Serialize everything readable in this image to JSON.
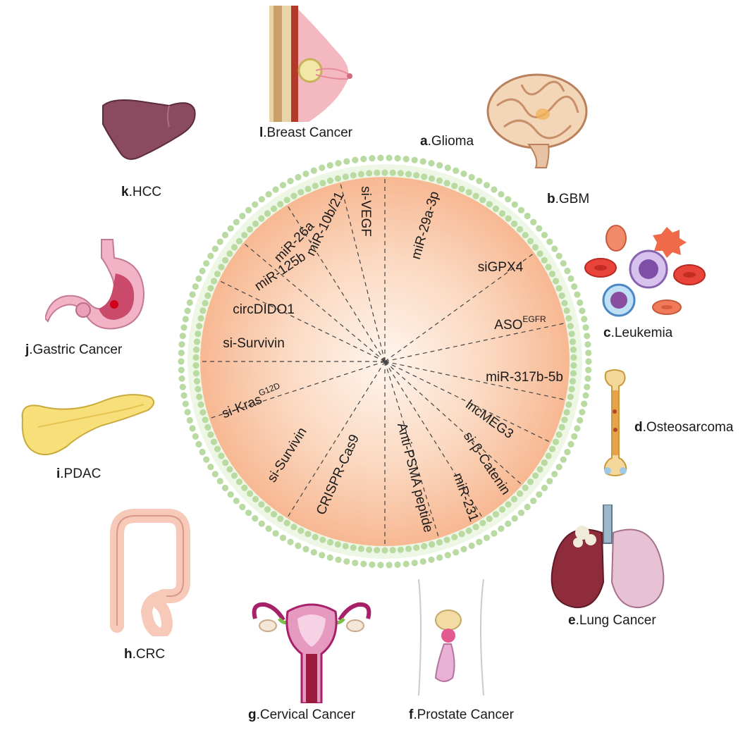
{
  "therapeutics": [
    {
      "text": "si-VEGF",
      "sup": ""
    },
    {
      "text": "miR-29a-3p",
      "sup": ""
    },
    {
      "text": "siGPX4",
      "sup": ""
    },
    {
      "text": "ASO",
      "sup": "EGFR"
    },
    {
      "text": "miR-317b-5b",
      "sup": ""
    },
    {
      "text": "lncMEG3",
      "sup": ""
    },
    {
      "text": "si-β-Catenin",
      "sup": ""
    },
    {
      "text": "miR-231",
      "sup": ""
    },
    {
      "text": "Anti-PSMA peptide",
      "sup": ""
    },
    {
      "text": "CRISPR-Cas9",
      "sup": ""
    },
    {
      "text": "si-Survivin",
      "sup": ""
    },
    {
      "text": "si-Kras",
      "sup": "G12D"
    },
    {
      "text": "si-Survivin",
      "sup": ""
    },
    {
      "text": "circDIDO1",
      "sup": ""
    },
    {
      "text": "miR-125b",
      "sup": ""
    },
    {
      "text": "miR-26a",
      "sup": ""
    },
    {
      "text": "miR-10b/21",
      "sup": ""
    }
  ],
  "cancers": [
    {
      "letter": "a",
      "name": ".Glioma",
      "icon": "brain-icon"
    },
    {
      "letter": "b",
      "name": ".GBM",
      "icon": ""
    },
    {
      "letter": "c",
      "name": ".Leukemia",
      "icon": "blood-cells-icon"
    },
    {
      "letter": "d",
      "name": ".Osteosarcoma",
      "icon": "bone-icon"
    },
    {
      "letter": "e",
      "name": ".Lung Cancer",
      "icon": "lungs-icon"
    },
    {
      "letter": "f",
      "name": ".Prostate Cancer",
      "icon": "prostate-icon"
    },
    {
      "letter": "g",
      "name": ".Cervical Cancer",
      "icon": "uterus-icon"
    },
    {
      "letter": "h",
      "name": ".CRC",
      "icon": "colon-icon"
    },
    {
      "letter": "i",
      "name": ".PDAC",
      "icon": "pancreas-icon"
    },
    {
      "letter": "j",
      "name": ".Gastric Cancer",
      "icon": "stomach-icon"
    },
    {
      "letter": "k",
      "name": ".HCC",
      "icon": "liver-icon"
    },
    {
      "letter": "l",
      "name": ".Breast Cancer",
      "icon": "breast-icon"
    }
  ],
  "colors": {
    "wheel_center": "#fff5ec",
    "wheel_edge": "#f7b892",
    "membrane": "#b9dba2",
    "divider": "#444444"
  }
}
